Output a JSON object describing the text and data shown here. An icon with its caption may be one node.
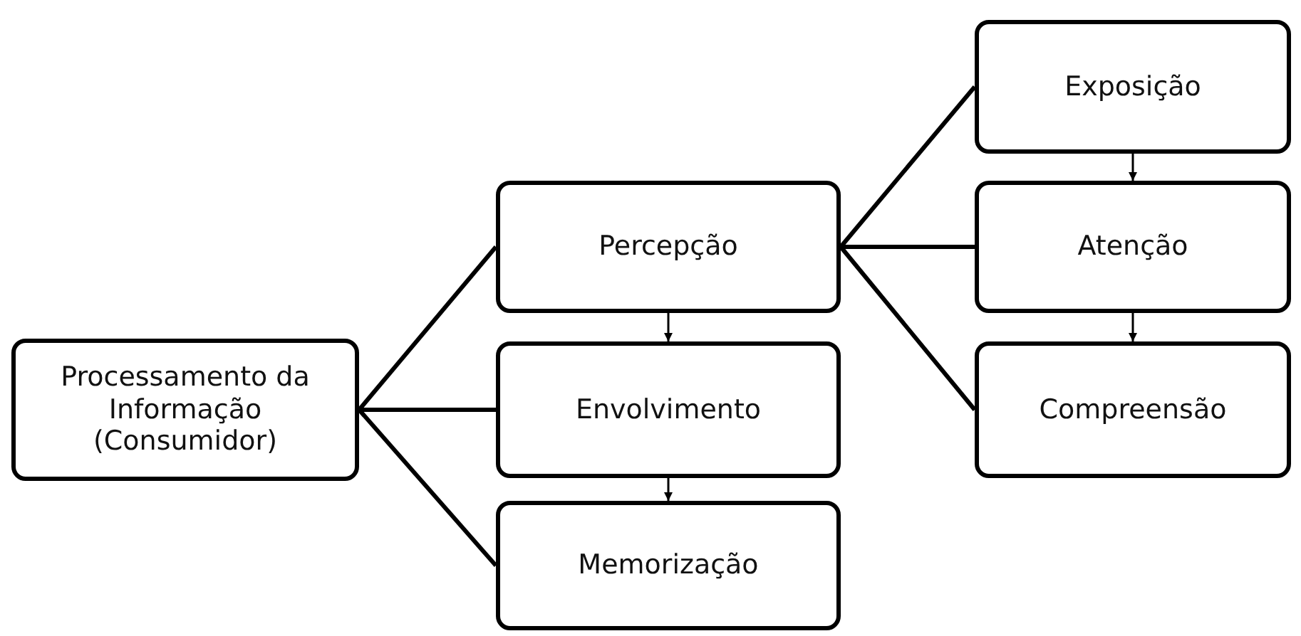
{
  "diagram": {
    "nodes": [
      {
        "text": [
          "Processamento da Informação (Consumidor)"
        ]
      },
      {
        "text": [
          "Percepção"
        ]
      },
      {
        "text": [
          "Envolvimento"
        ]
      },
      {
        "text": [
          "Memorização"
        ]
      },
      {
        "text": [
          "Exposição"
        ]
      },
      {
        "text": [
          "Atenção"
        ]
      },
      {
        "text": [
          "Compreensão"
        ]
      }
    ],
    "edges": [
      {
        "from": 0,
        "to": 1,
        "arrow": "none"
      },
      {
        "from": 0,
        "to": 2,
        "arrow": "none"
      },
      {
        "from": 0,
        "to": 3,
        "arrow": "none"
      },
      {
        "from": 1,
        "to": 4,
        "arrow": "none"
      },
      {
        "from": 1,
        "to": 5,
        "arrow": "none"
      },
      {
        "from": 1,
        "to": 6,
        "arrow": "none"
      },
      {
        "from": 1,
        "to": 2,
        "arrow": "to"
      },
      {
        "from": 2,
        "to": 3,
        "arrow": "to"
      },
      {
        "from": 4,
        "to": 5,
        "arrow": "to"
      },
      {
        "from": 5,
        "to": 6,
        "arrow": "to"
      }
    ]
  }
}
